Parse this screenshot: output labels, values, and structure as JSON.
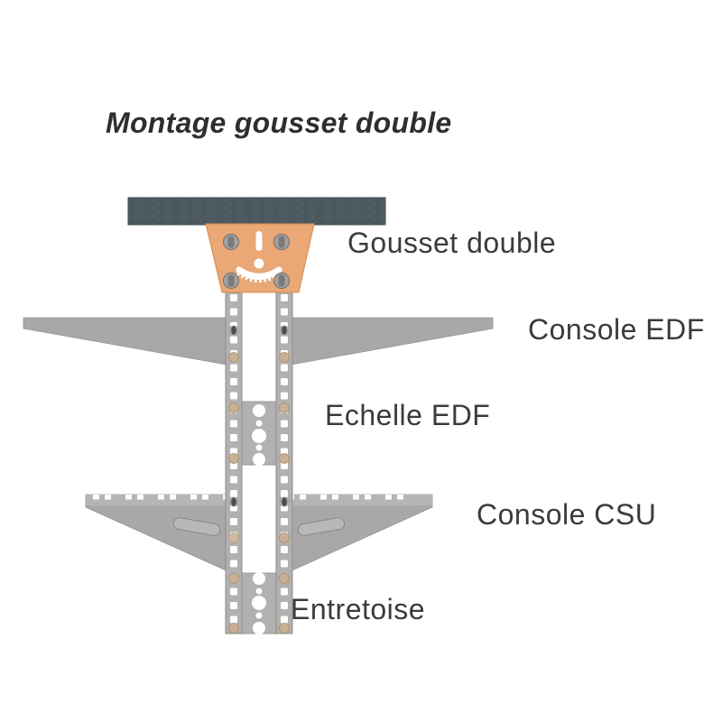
{
  "title": "Montage gousset double",
  "parts": {
    "gousset": {
      "label": "Gousset double"
    },
    "console_edf": {
      "label": "Console EDF"
    },
    "echelle_edf": {
      "label": "Echelle EDF"
    },
    "console_csu": {
      "label": "Console CSU"
    },
    "entretoise": {
      "label": "Entretoise"
    }
  },
  "colors": {
    "background": "#ffffff",
    "beam": "#4c5a5f",
    "beam_edge": "#3d4a4f",
    "gusset": "#e9a876",
    "gusset_edge": "#d28c51",
    "rail": "#b2b1b0",
    "rail_edge": "#8d8c8b",
    "wing": "#a9a8a7",
    "wing_strip": "#b6b5b4",
    "plate": "#b2b1b0",
    "bolt_gray": "#a3a2a1",
    "bolt_dark": "#4e4d4c",
    "bolt_tan": "#c9af93",
    "text": "#3b3b3b",
    "title_text": "#2e2e2e"
  }
}
